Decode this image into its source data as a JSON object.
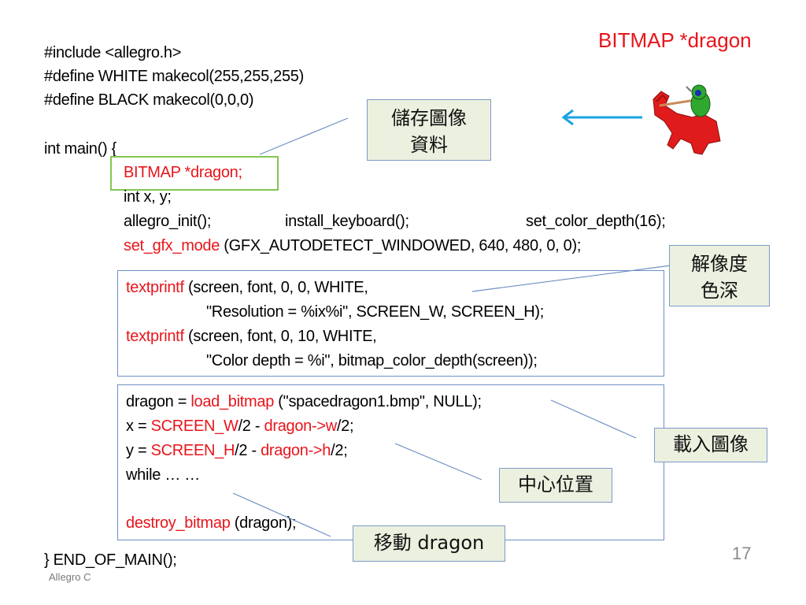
{
  "slide": {
    "title": "BITMAP *dragon",
    "page_number": "17",
    "footer": "Allegro C",
    "colors": {
      "keyword": "#e8151b",
      "box_border": "#6f8fc4",
      "highlight_border": "#82c654",
      "note_bg": "#ebf0df",
      "arrow": "#1aa3e0"
    },
    "image": {
      "description": "space-dragon-sprite"
    }
  },
  "code": {
    "header": [
      "#include <allegro.h>",
      "#define WHITE makecol(255,255,255)",
      "#define BLACK makecol(0,0,0)"
    ],
    "main_open": "int main() {",
    "bitmap_decl": "BITMAP *dragon;",
    "vars": "int x, y;",
    "init": {
      "a": "allegro_init();",
      "b": "install_keyboard();",
      "c": "set_color_depth(16);"
    },
    "gfx": {
      "fn": "set_gfx_mode",
      "args": " (GFX_AUTODETECT_WINDOWED, 640, 480, 0, 0);"
    },
    "textbox": [
      {
        "fn": "textprintf",
        "rest": " (screen, font, 0, 0, WHITE,"
      },
      {
        "fn": "",
        "rest": "\"Resolution = %ix%i\", SCREEN_W, SCREEN_H);"
      },
      {
        "fn": "textprintf",
        "rest": " (screen, font, 0, 10, WHITE,"
      },
      {
        "fn": "",
        "rest": "\"Color depth = %i\", bitmap_color_depth(screen));"
      }
    ],
    "loadbox": {
      "line1": {
        "pre": "dragon = ",
        "fn": "load_bitmap",
        "rest": " (\"spacedragon1.bmp\", NULL);"
      },
      "line2": {
        "pre": "x = ",
        "k1": "SCREEN_W",
        "mid": "/2 - ",
        "k2": "dragon->w",
        "post": "/2;"
      },
      "line3": {
        "pre": "y = ",
        "k1": "SCREEN_H",
        "mid": "/2 - ",
        "k2": "dragon->h",
        "post": "/2;"
      },
      "line4": "while … …",
      "line5": {
        "fn": "destroy_bitmap",
        "rest": " (dragon);"
      }
    },
    "end": "} END_OF_MAIN();"
  },
  "notes": {
    "store_image": [
      "儲存圖像",
      "資料"
    ],
    "resolution_depth": [
      "解像度",
      "色深"
    ],
    "load_image": "載入圖像",
    "center_position": "中心位置",
    "move_dragon": "移動 dragon"
  }
}
